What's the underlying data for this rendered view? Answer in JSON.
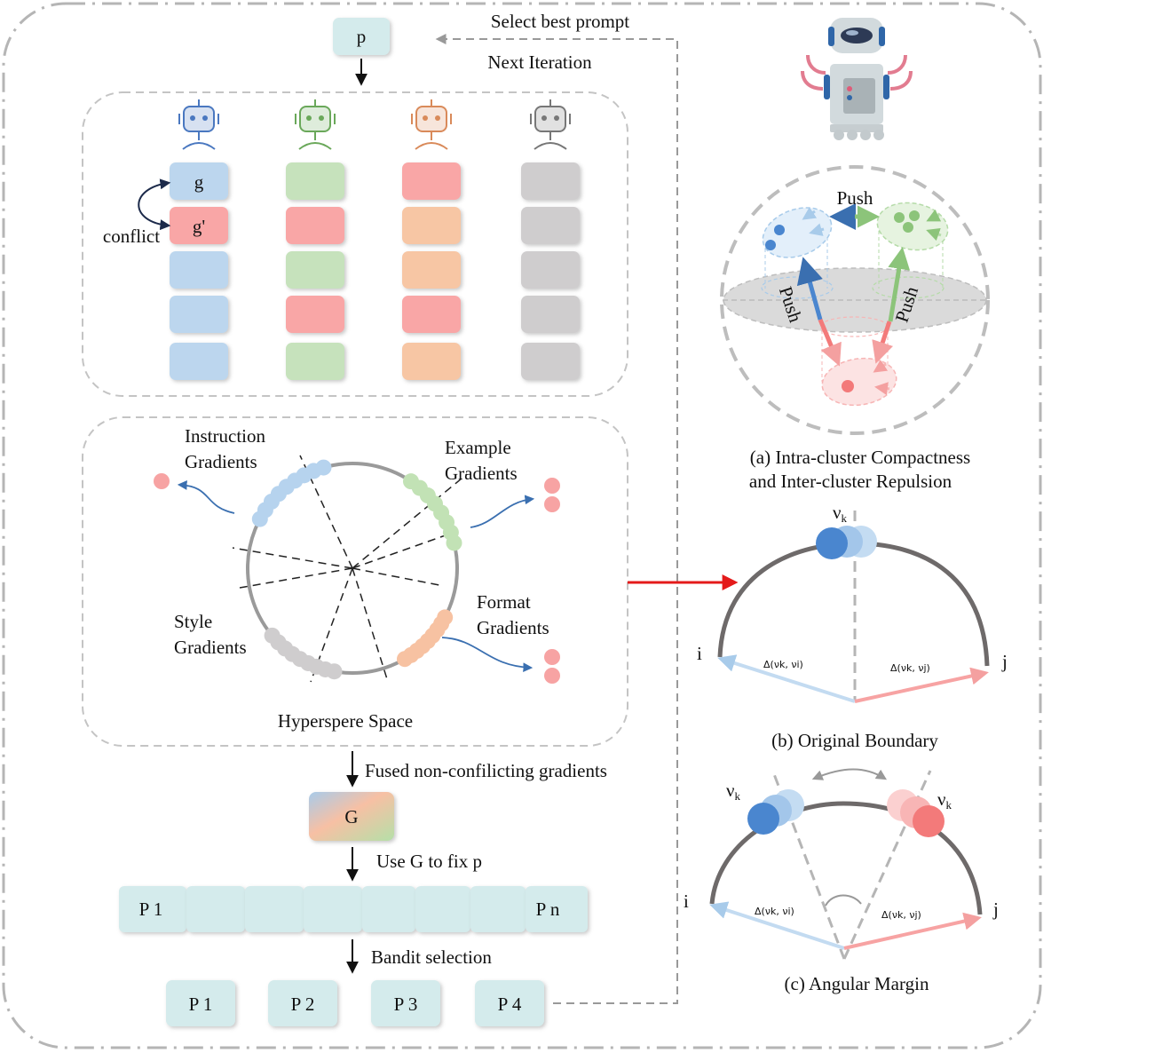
{
  "top": {
    "p_label": "p",
    "select_best": "Select best prompt",
    "next_iteration": "Next Iteration"
  },
  "matrix": {
    "g_label": "g",
    "g_prime_label": "g'",
    "conflict_label": "conflict",
    "robot_colors": [
      "#4a78c0",
      "#6aa85a",
      "#d98a5a",
      "#777777"
    ],
    "cell_colors": {
      "blue": "#bcd6ee",
      "green": "#c6e2bc",
      "red": "#f9a6a6",
      "orange": "#f7c6a4",
      "gray": "#cfcdce"
    },
    "columns": [
      [
        "blue",
        "red",
        "blue",
        "blue",
        "blue"
      ],
      [
        "green",
        "red",
        "green",
        "red",
        "green"
      ],
      [
        "red",
        "orange",
        "orange",
        "red",
        "orange"
      ],
      [
        "gray",
        "gray",
        "gray",
        "gray",
        "gray"
      ]
    ]
  },
  "hypersphere": {
    "instruction": [
      "Instruction",
      "Gradients"
    ],
    "example": [
      "Example",
      "Gradients"
    ],
    "style": [
      "Style",
      "Gradients"
    ],
    "format": [
      "Format",
      "Gradients"
    ],
    "space_label": "Hyperspere Space"
  },
  "pipeline": {
    "fused_label": "Fused non-confilicting gradients",
    "G_label": "G",
    "use_G": "Use G to fix p",
    "p1_label": "P 1",
    "pn_label": "P n",
    "bandit": "Bandit selection",
    "selected": [
      "P 1",
      "P 2",
      "P 3",
      "P 4"
    ]
  },
  "panel_a": {
    "push_top": "Push",
    "push_left": "Push",
    "push_right": "Push",
    "caption_line1": "(a) Intra-cluster Compactness",
    "caption_line2": "and Inter-cluster Repulsion"
  },
  "panel_b": {
    "vk_label": "ν",
    "vk_sub": "k",
    "i_label": "i",
    "j_label": "j",
    "delta_i": "Δ(νk, νi)",
    "delta_j": "Δ(νk, νj)",
    "caption": "(b) Original Boundary"
  },
  "panel_c": {
    "vk_label": "ν",
    "vk_sub": "k",
    "i_label": "i",
    "j_label": "j",
    "delta_i": "Δ(νk, νi)",
    "delta_j": "Δ(νk, νj)",
    "caption": "(c) Angular Margin"
  },
  "colors": {
    "blue_dot": "#4a86cf",
    "light_blue": "#a8cbea",
    "red_dot": "#f37a7a",
    "light_red": "#f8b5b5",
    "green_dot": "#8cc47a",
    "arrow_red": "#e41a1a"
  }
}
